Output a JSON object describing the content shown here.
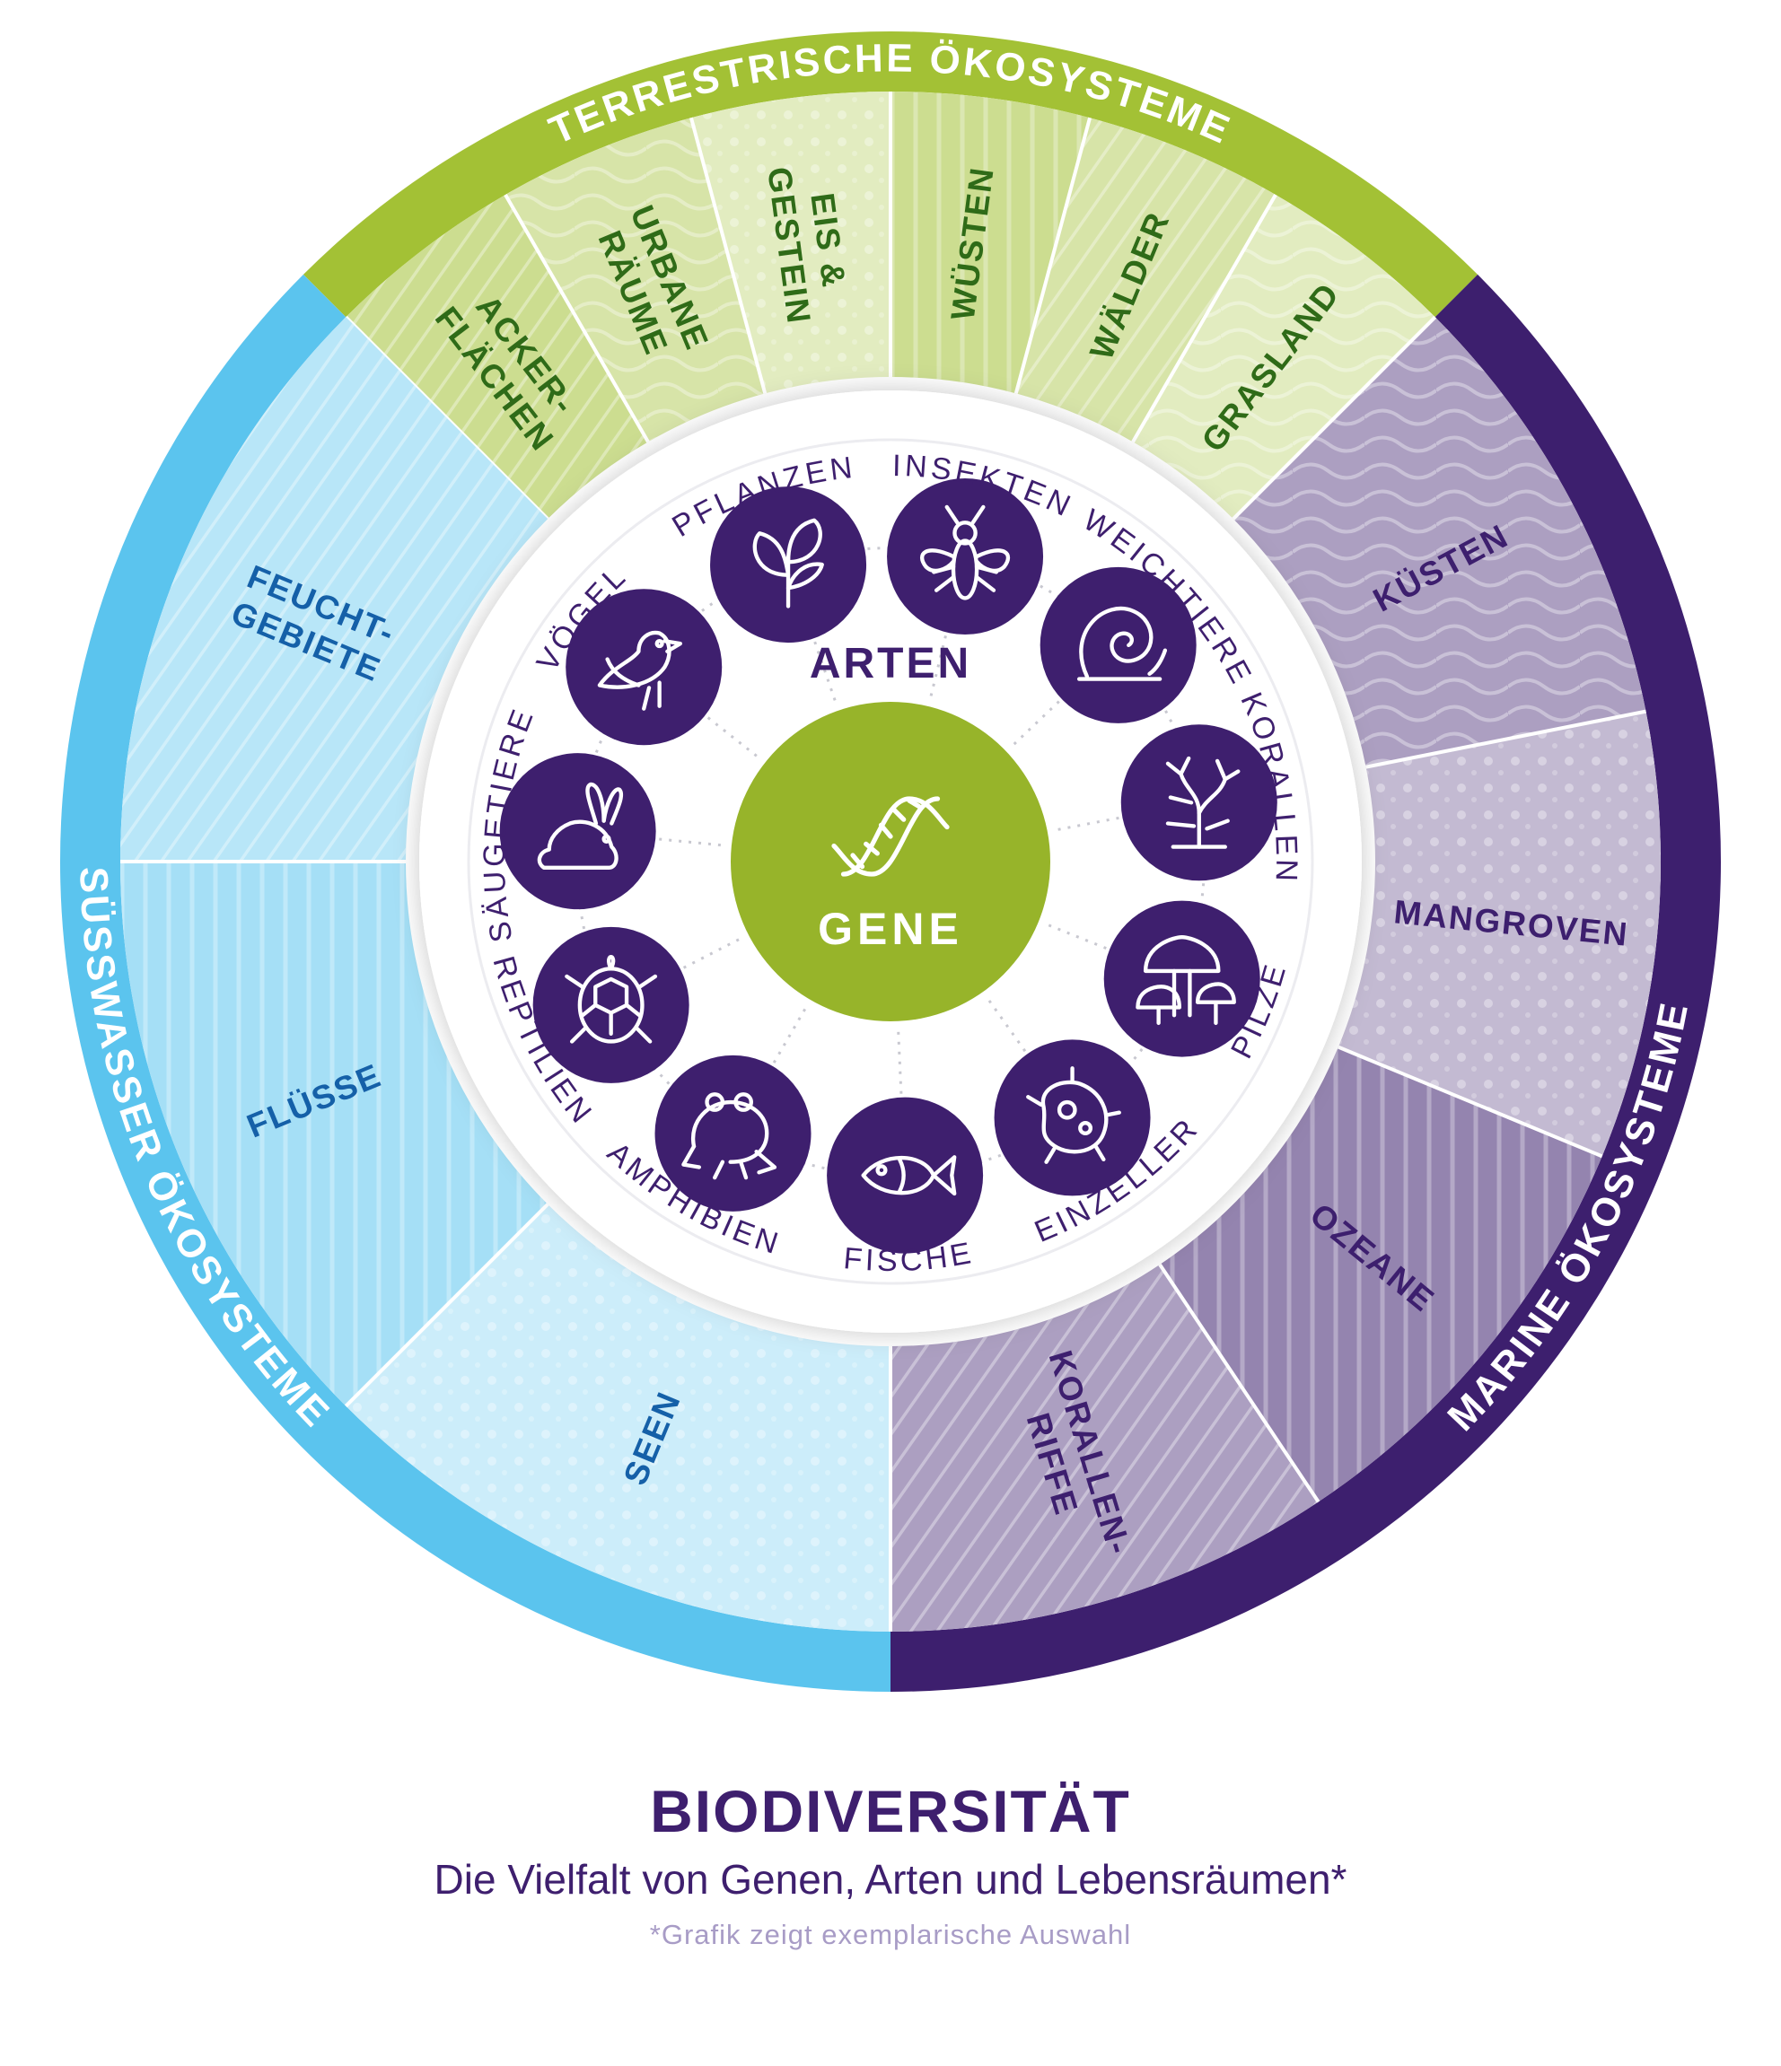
{
  "colors": {
    "terrestrial": "#a3c135",
    "terrestrial_text": "#2f6b18",
    "freshwater": "#5bc4ee",
    "freshwater_text": "#1560a8",
    "marine": "#3d1f6e",
    "marine_text": "#3d1f6e",
    "gene": "#97b42a",
    "species": "#3e1f6e"
  },
  "sections": [
    {
      "key": "terrestrial",
      "label": "TERRESTRISCHE ÖKOSYSTEME",
      "ecosystems": [
        {
          "lines": [
            "ACKER-",
            "FLÄCHEN"
          ],
          "photo": "field-rows"
        },
        {
          "lines": [
            "URBANE",
            "RÄUME"
          ],
          "photo": "city"
        },
        {
          "lines": [
            "EIS &",
            "GESTEIN"
          ],
          "photo": "rocks"
        },
        {
          "lines": [
            "WÜSTEN"
          ],
          "photo": "dunes"
        },
        {
          "lines": [
            "WÄLDER"
          ],
          "photo": "trees"
        },
        {
          "lines": [
            "GRASLAND"
          ],
          "photo": "flowers"
        }
      ]
    },
    {
      "key": "marine",
      "label": "MARINE ÖKOSYSTEME",
      "ecosystems": [
        {
          "lines": [
            "KÜSTEN"
          ],
          "photo": "coast"
        },
        {
          "lines": [
            "MANGROVEN"
          ],
          "photo": "roots"
        },
        {
          "lines": [
            "OZEANE"
          ],
          "photo": "wave"
        },
        {
          "lines": [
            "KORALLEN-",
            "RIFFE"
          ],
          "photo": "coral"
        }
      ]
    },
    {
      "key": "freshwater",
      "label": "SÜSSWASSER ÖKOSYSTEME",
      "ecosystems": [
        {
          "lines": [
            "SEEN"
          ],
          "photo": "lake"
        },
        {
          "lines": [
            "FLÜSSE"
          ],
          "photo": "river"
        },
        {
          "lines": [
            "FEUCHT-",
            "GEBIETE"
          ],
          "photo": "reeds"
        }
      ]
    }
  ],
  "species_label": "ARTEN",
  "species": [
    {
      "name": "PFLANZEN",
      "icon": "plant-icon"
    },
    {
      "name": "INSEKTEN",
      "icon": "insect-icon"
    },
    {
      "name": "WEICHTIERE",
      "icon": "snail-icon"
    },
    {
      "name": "KORALLEN",
      "icon": "coral-icon"
    },
    {
      "name": "PILZE",
      "icon": "mushroom-icon"
    },
    {
      "name": "EINZELLER",
      "icon": "microbe-icon"
    },
    {
      "name": "FISCHE",
      "icon": "fish-icon"
    },
    {
      "name": "AMPHIBIEN",
      "icon": "frog-icon"
    },
    {
      "name": "REPTILIEN",
      "icon": "turtle-icon"
    },
    {
      "name": "SÄUGETIERE",
      "icon": "rabbit-icon"
    },
    {
      "name": "VÖGEL",
      "icon": "bird-icon"
    }
  ],
  "gene_label": "GENE",
  "gene_icon": "dna-icon",
  "title": "BIODIVERSITÄT",
  "subtitle": "Die Vielfalt von Genen, Arten und Lebensräumen*",
  "footnote": "*Grafik zeigt exemplarische Auswahl"
}
